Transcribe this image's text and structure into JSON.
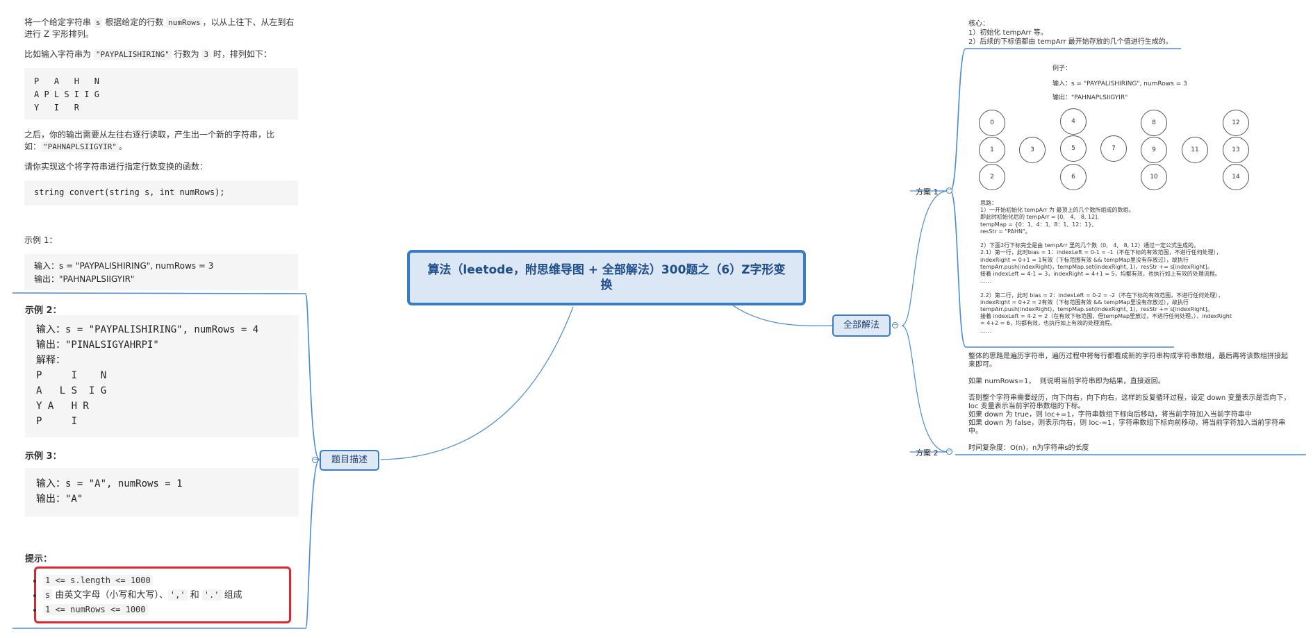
{
  "root": {
    "title": "算法（leetode，附思维导图 + 全部解法）300题之（6）Z字形变换"
  },
  "branches": {
    "problem": "题目描述",
    "solutions": "全部解法",
    "plan1": "方案 1",
    "plan2": "方案 2"
  },
  "problem": {
    "intro_a": "将一个给定字符串 ",
    "intro_s": "s",
    "intro_b": " 根据给定的行数 ",
    "intro_num": "numRows",
    "intro_c": "，以从上往下、从左到右进行 Z 字形排列。",
    "example_intro_a": "比如输入字符串为 ",
    "example_intro_str": "\"PAYPALISHIRING\"",
    "example_intro_b": " 行数为 ",
    "example_intro_3": "3",
    "example_intro_c": " 时，排列如下：",
    "zigzag": "P   A   H   N\nA P L S I I G\nY   I   R",
    "output_a": "之后，你的输出需要从左往右逐行读取，产生出一个新的字符串，比如：",
    "output_str": "\"PAHNAPLSIIGYIR\"",
    "output_b": "。",
    "implement": "请你实现这个将字符串进行指定行数变换的函数：",
    "signature": "string convert(string s, int numRows);",
    "ex1_title": "示例 1：",
    "ex1_body": "输入：s = \"PAYPALISHIRING\", numRows = 3\n输出：\"PAHNAPLSIIGYIR\"",
    "ex2_title": "示例 2：",
    "ex2_body": "输入：s = \"PAYPALISHIRING\", numRows = 4\n输出：\"PINALSIGYAHRPI\"\n解释：\nP     I    N\nA   L S  I G\nY A   H R\nP     I",
    "ex3_title": "示例 3：",
    "ex3_body": "输入：s = \"A\", numRows = 1\n输出：\"A\"",
    "hint_title": "提示：",
    "hint1": "1 <= s.length <= 1000",
    "hint2_code1": "s",
    "hint2_text": " 由英文字母（小写和大写）、",
    "hint2_code2": "','",
    "hint2_and": " 和 ",
    "hint2_code3": "'.'",
    "hint2_end": " 组成",
    "hint3": "1 <= numRows <= 1000"
  },
  "plan1": {
    "core": "核心：\n1）初始化 tempArr 等。\n2）后续的下标值都由 tempArr 最开始存放的几个值进行生成的。",
    "ex_title": "例子：",
    "ex_input": "输入：s = \"PAYPALISHIRING\", numRows = 3",
    "ex_output": "输出：\"PAHNAPLSIIGYIR\"",
    "circles": [
      "0",
      "1",
      "2",
      "3",
      "4",
      "5",
      "6",
      "7",
      "8",
      "9",
      "10",
      "11",
      "12",
      "13",
      "14"
    ],
    "thinking": "思路：\n1）一开始初始化 tempArr 为 最顶上的几个数所组成的数组。\n即此时初始化后的 tempArr = [0,   4,   8, 12],\ntempMap = {0：1,  4：1,  8：1,  12：1},\nresStr = \"PAHN\"。\n\n2）下面2行下标完全是由 tempArr 里的几个数（0,   4,   8, 12）通过一定公式生成的。\n2.1）第一行，此时bias = 1：indexLeft = 0-1 = -1（不在下标的有效范围，不进行任何处理），\nindexRight = 0+1 = 1有效（下标范围有效 && tempMap里没有存放过），故执行\ntempArr.push(indexRight)，tempMap.set(indexRight, 1)，resStr += s[indexRight]。\n接着 indexLeft = 4-1 = 3，indexRight = 4+1 = 5，均都有效，也执行如上有效的处理流程。\n……\n\n2.2）第二行，此时 bias = 2：indexLeft = 0-2 = -2（不在下标的有效范围，不进行任何处理），\nindexRight = 0+2 = 2有效（下标范围有效 && tempMap里没有存放过），故执行\ntempArr.push(indexRight)，tempMap.set(indexRight, 1)，resStr += s[indexRight]。\n接着 indexLeft = 4-2 = 2（在有效下标范围，但tempMap里放过，不进行任何处理。），indexRight\n= 4+2 = 6，均都有效，也执行如上有效的处理流程。\n……"
  },
  "plan2": {
    "text": "整体的思路是遍历字符串，遍历过程中将每行都看成新的字符串构成字符串数组，最后再将该数组拼接起\n来即可。\n\n如果 numRows=1，  则说明当前字符串即为结果，直接返回。\n\n否则整个字符串需要经历，向下向右，向下向右，这样的反复循环过程，设定 down 变量表示是否向下，\nloc 变量表示当前字符串数组的下标。\n如果 down 为 true，则 loc+=1，字符串数组下标向后移动，将当前字符加入当前字符串中\n如果 down 为 false，则表示向右，则 loc-=1，字符串数组下标向前移动，将当前字符加入当前字符串\n中。",
    "complexity": "时间复杂度：O(n)，n为字符串s的长度"
  },
  "colors": {
    "accent": "#3a7bc8",
    "hint_border": "#e0242e",
    "node_fill": "#dfe9f6"
  }
}
